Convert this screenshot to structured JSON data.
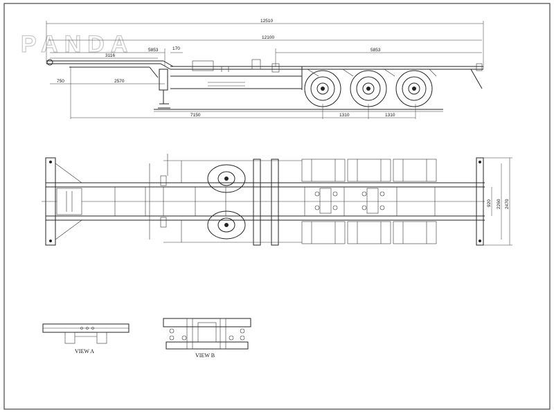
{
  "watermark": {
    "text": "PANDA"
  },
  "side_view": {
    "dimensions": {
      "overall_length": "12510",
      "inner_length": "12100",
      "front_dim_a": "5853",
      "rear_dim_a": "5853",
      "gooseneck_len": "3116",
      "small_dim": "170",
      "front_overhang": "750",
      "kingpin_to_leg": "2570",
      "kingpin_to_axle": "7150",
      "axle_spacing_1": "1310",
      "axle_spacing_2": "1310"
    }
  },
  "plan_view": {
    "dimensions": {
      "beam_spacing": "920",
      "frame_width": "2260",
      "overall_width": "2470"
    }
  },
  "details": {
    "view_a_label": "VIEW A",
    "view_b_label": "VIEW B"
  },
  "colors": {
    "line": "#222222",
    "background": "#ffffff",
    "border": "#444444"
  }
}
